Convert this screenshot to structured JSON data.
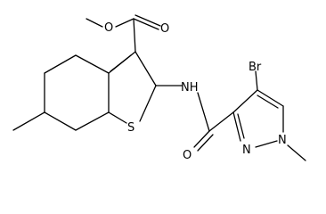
{
  "structure": {
    "type": "chemical-structure",
    "atom_labels": {
      "ester_oxygen": "O",
      "carbonyl_oxygen_ester": "O",
      "sulfur": "S",
      "amide_nh": "NH",
      "bromine": "Br",
      "carbonyl_oxygen_amide": "O",
      "pyrazole_n2": "N",
      "pyrazole_n1": "N"
    },
    "colors": {
      "ink": "#000000",
      "background": "#ffffff"
    }
  }
}
